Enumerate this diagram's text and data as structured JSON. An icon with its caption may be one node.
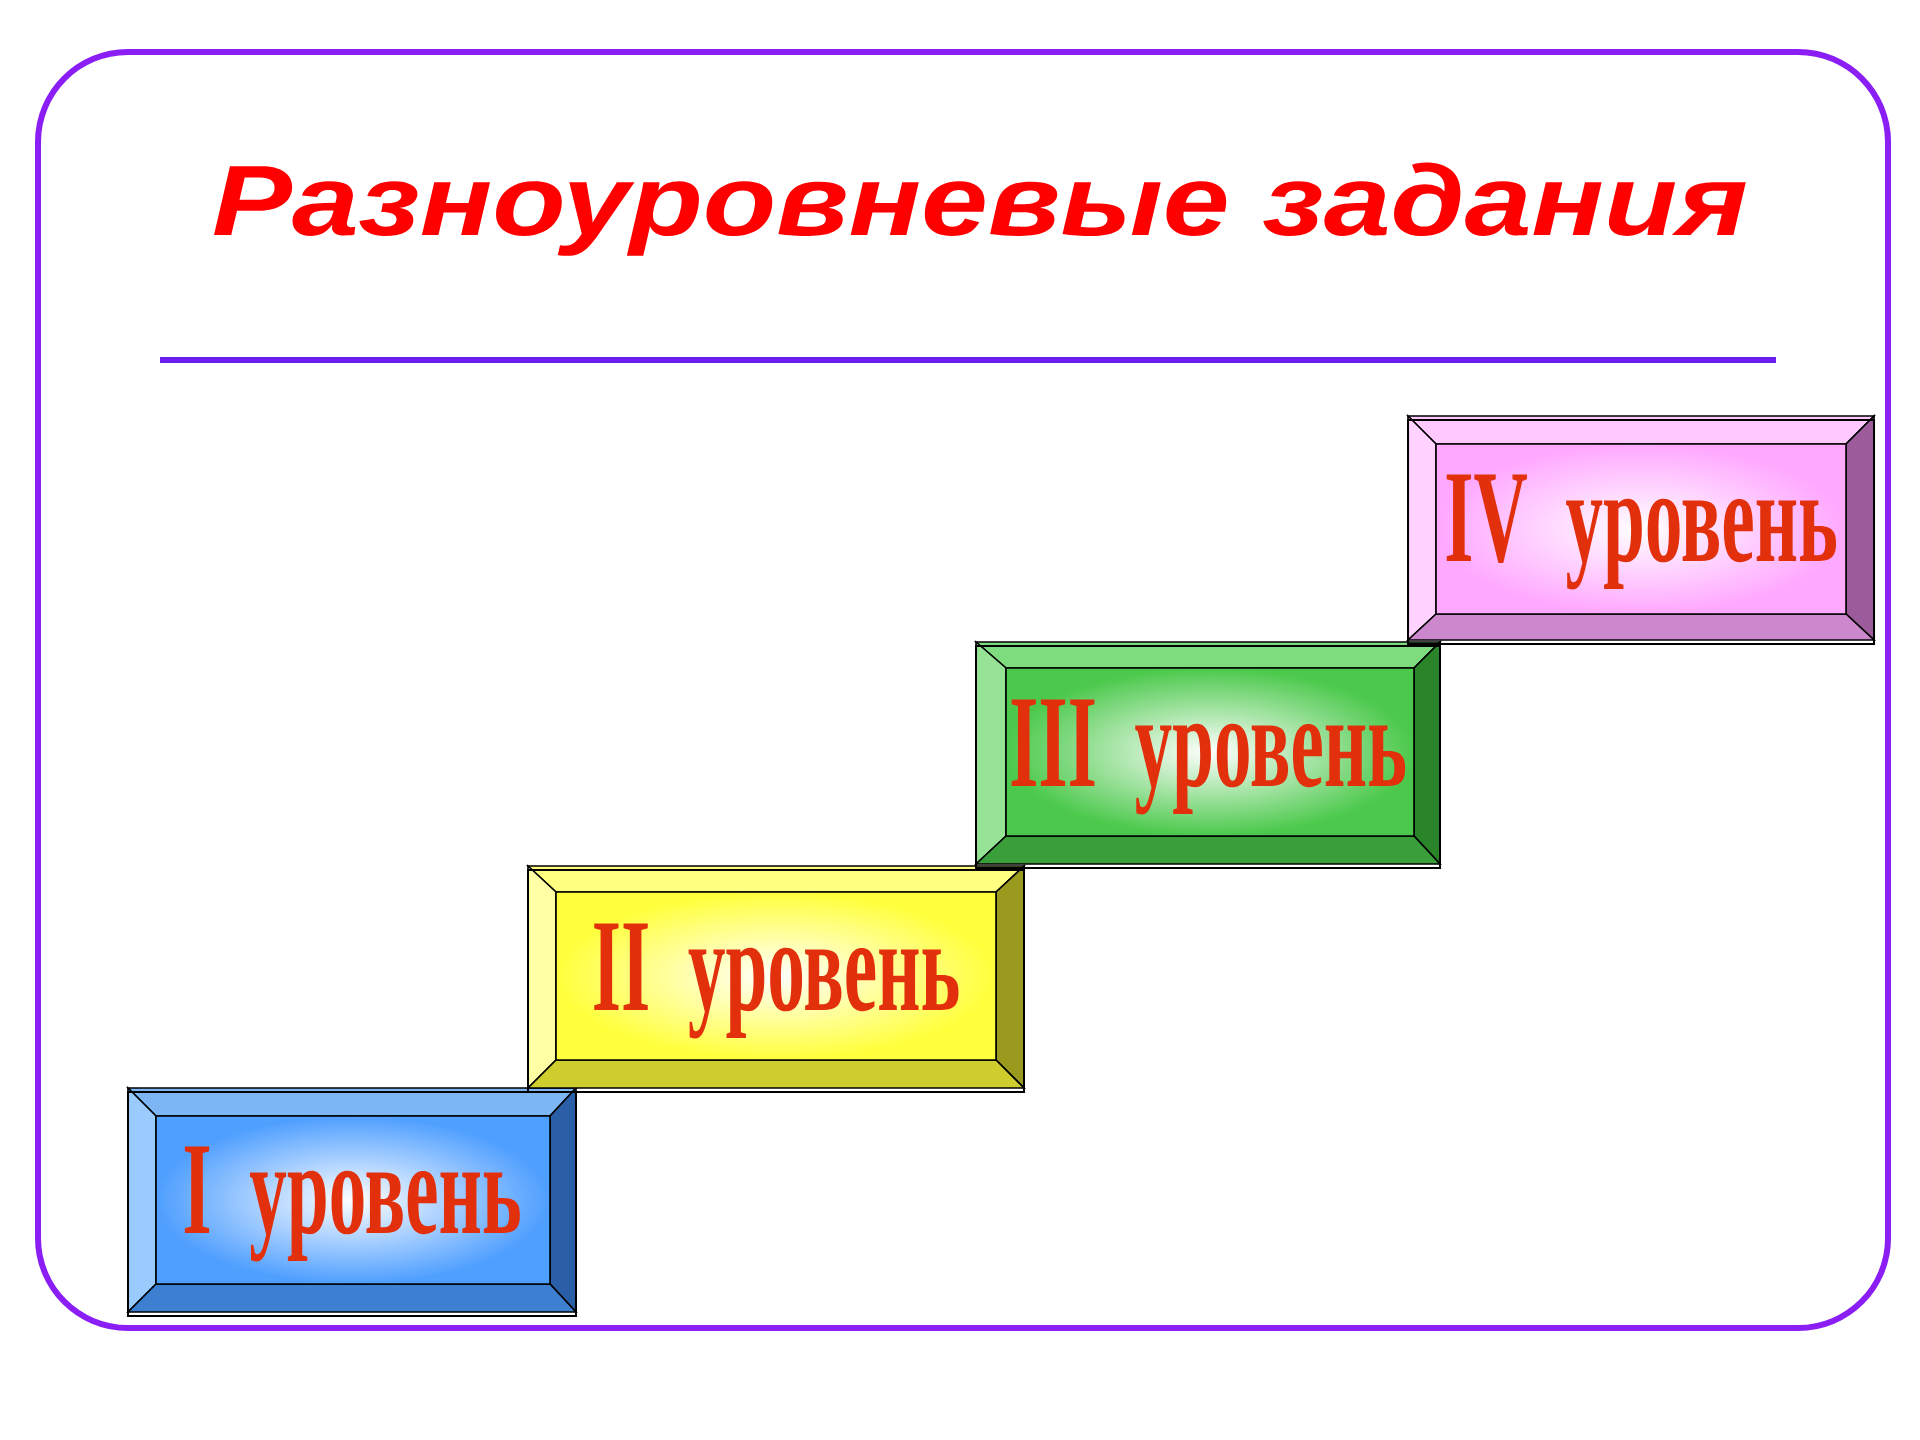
{
  "diagram": {
    "title": "Разноуровневые задания",
    "nodes": [
      {
        "text": [
          "I уровень"
        ]
      },
      {
        "text": [
          "II уровень"
        ]
      },
      {
        "text": [
          "III уровень"
        ]
      },
      {
        "text": [
          "IV уровень"
        ]
      }
    ]
  }
}
